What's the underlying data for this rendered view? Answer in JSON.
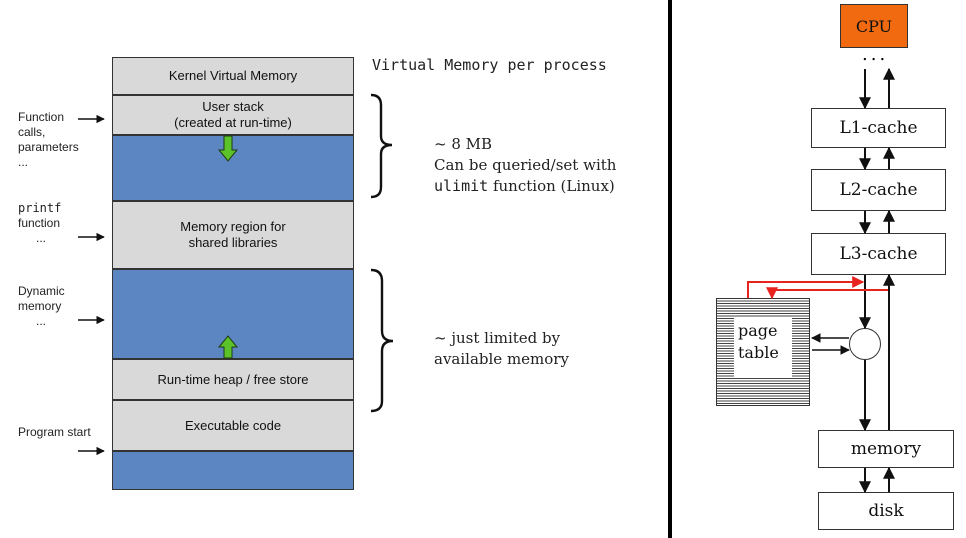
{
  "left_panel": {
    "title": "Virtual Memory per process",
    "segments": {
      "kernel": "Kernel Virtual Memory",
      "stack_line1": "User stack",
      "stack_line2": "(created at run-time)",
      "shared_line1": "Memory region for",
      "shared_line2": "shared libraries",
      "heap": "Run-time heap / free store",
      "code": "Executable code"
    },
    "side_labels": {
      "function_calls": [
        "Function",
        "calls,",
        "parameters",
        "..."
      ],
      "printf": [
        "printf",
        "function",
        "..."
      ],
      "dynamic": [
        "Dynamic",
        "memory",
        "..."
      ],
      "program_start": "Program start"
    },
    "notes": {
      "stack_size": "~ 8 MB",
      "stack_query": "Can be queried/set with",
      "ulimit_code": "ulimit",
      "ulimit_rest": "function (Linux)",
      "heap_line1": "~ just limited by",
      "heap_line2": "available memory"
    },
    "colors": {
      "gray": "#d9d9d9",
      "blue": "#5b86c2",
      "arrow_green": "#5cc22a"
    }
  },
  "right_panel": {
    "cpu": "CPU",
    "dots": "...",
    "l1": "L1-cache",
    "l2": "L2-cache",
    "l3": "L3-cache",
    "page_table_line1": "page",
    "page_table_line2": "table",
    "memory": "memory",
    "disk": "disk",
    "colors": {
      "cpu": "#f26a10",
      "red_path": "#e8231f"
    }
  }
}
